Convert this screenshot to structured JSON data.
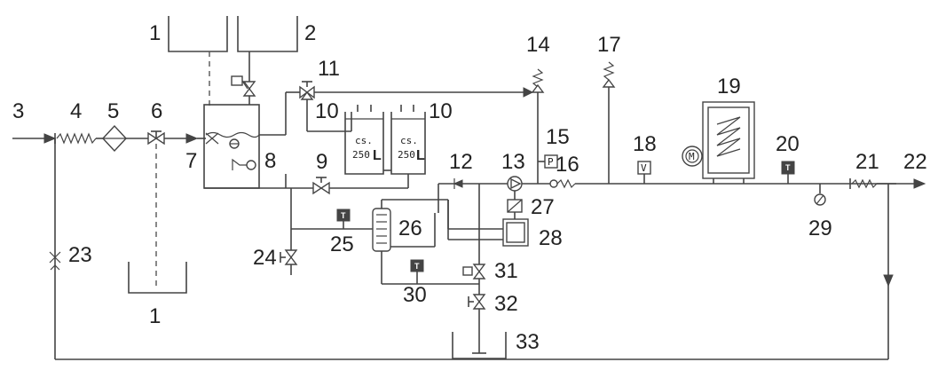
{
  "labels": {
    "l1a": "1",
    "l1b": "1",
    "l2": "2",
    "l3": "3",
    "l4": "4",
    "l5": "5",
    "l6": "6",
    "l7": "7",
    "l8": "8",
    "l9": "9",
    "l10a": "10",
    "l10b": "10",
    "l11": "11",
    "l12": "12",
    "l13": "13",
    "l14": "14",
    "l15": "15",
    "l16": "16",
    "l17": "17",
    "l18": "18",
    "l19": "19",
    "l20": "20",
    "l21": "21",
    "l22": "22",
    "l23": "23",
    "l24": "24",
    "l25": "25",
    "l26": "26",
    "l27": "27",
    "l28": "28",
    "l29": "29",
    "l30": "30",
    "l31": "31",
    "l32": "32",
    "l33": "33"
  },
  "tanks": {
    "a": {
      "line1": "cs.",
      "line2": "250",
      "unit": "L"
    },
    "b": {
      "line1": "cs.",
      "line2": "250",
      "unit": "L"
    }
  },
  "instruments": {
    "temp": "T",
    "pressure": "P",
    "volume": "V",
    "motor": "M"
  }
}
